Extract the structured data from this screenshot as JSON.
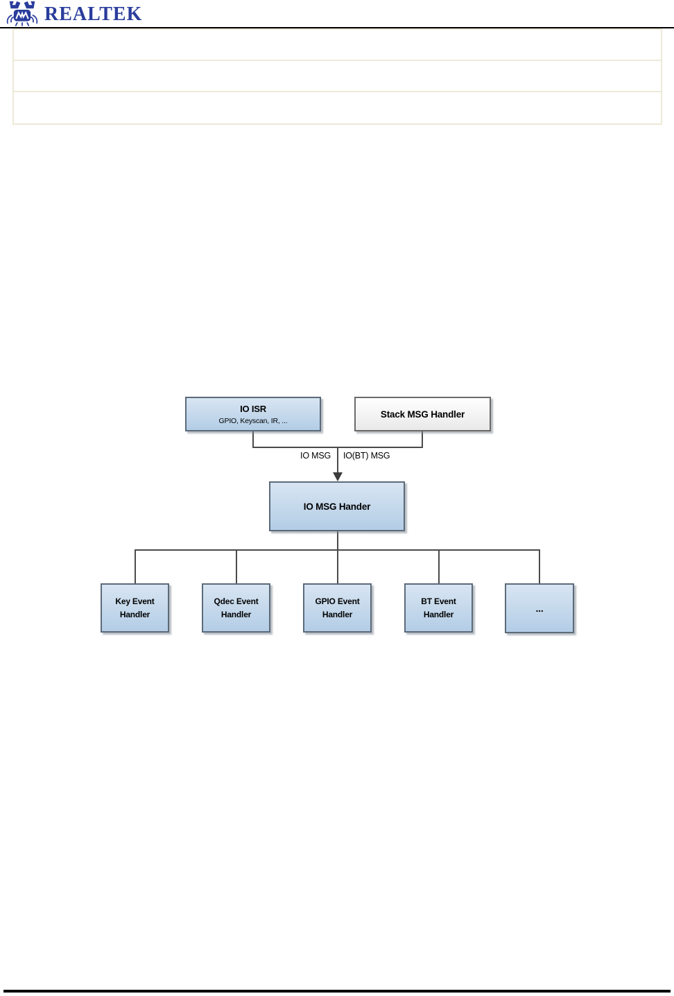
{
  "header": {
    "brand": "REALTEK",
    "brand_color": "#2a3d9c"
  },
  "table": {
    "rows": [
      "",
      "",
      ""
    ]
  },
  "diagram": {
    "io_isr": {
      "title": "IO ISR",
      "subtitle": "GPIO, Keyscan, IR, ..."
    },
    "stack_msg_handler": {
      "title": "Stack MSG Handler"
    },
    "io_msg_hander": {
      "title": "IO MSG Hander"
    },
    "edge_labels": {
      "io_msg": "IO MSG",
      "io_bt_msg": "IO(BT) MSG"
    },
    "handlers": [
      {
        "label": "Key Event Handler"
      },
      {
        "label": "Qdec Event Handler"
      },
      {
        "label": "GPIO Event Handler"
      },
      {
        "label": "BT Event Handler"
      },
      {
        "label": "..."
      }
    ],
    "colors": {
      "node_fill_top": "#d8e5f2",
      "node_fill_bottom": "#b3cde6",
      "node_border": "#5b6a79",
      "stack_fill_top": "#ffffff",
      "stack_fill_bottom": "#e9e9e9",
      "line": "#4a4a4a"
    }
  }
}
